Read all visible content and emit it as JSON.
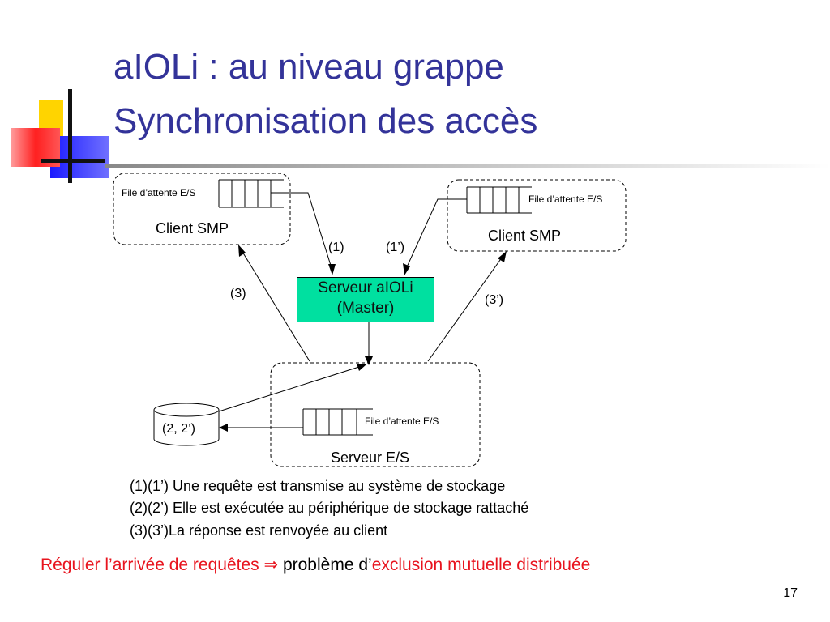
{
  "slide": {
    "title_line1": "aIOLi : au niveau grappe",
    "title_line2": "Synchronisation des accès",
    "page_number": "17"
  },
  "diagram": {
    "queue_label": "File d’attente E/S",
    "client_left_label": "Client SMP",
    "client_right_label": "Client SMP",
    "server_line1": "Serveur aIOLi",
    "server_line2": "(Master)",
    "io_server_label": "Serveur E/S",
    "disk_label": "(2, 2’)",
    "arrow_1": "(1)",
    "arrow_1p": "(1’)",
    "arrow_3": "(3)",
    "arrow_3p": "(3’)"
  },
  "legend": [
    "(1)(1’) Une requête est transmise au système de stockage",
    "(2)(2’) Elle est exécutée au périphérique de stockage rattaché",
    "(3)(3’)La réponse est renvoyée au client"
  ],
  "conclusion": {
    "part1": "Réguler l’arrivée de requêtes",
    "implies": "⇒",
    "part2": "problème d’",
    "part3": "exclusion mutuelle distribuée"
  },
  "colors": {
    "title": "#333399",
    "server_box": "#00e0a0",
    "highlight": "#e8141e"
  }
}
